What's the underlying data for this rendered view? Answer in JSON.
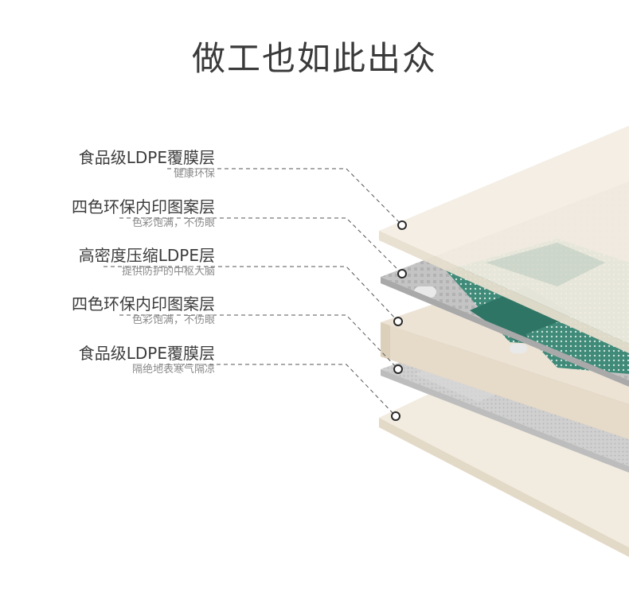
{
  "title": "做工也如此出众",
  "layers": [
    {
      "name": "食品级LDPE覆膜层",
      "desc": "健康环保"
    },
    {
      "name": "四色环保内印图案层",
      "desc": "色彩饱满，不伤眼"
    },
    {
      "name": "高密度压缩LDPE层",
      "desc": "提供防护的中枢大脑"
    },
    {
      "name": "四色环保内印图案层",
      "desc": "色彩饱满，不伤眼"
    },
    {
      "name": "食品级LDPE覆膜层",
      "desc": "隔绝地表寒气隔凉"
    }
  ],
  "colors": {
    "sheet": "#f1e9dc",
    "sheet_edge": "#e2d7c4",
    "foam_edge": "#e8dccb",
    "print_gray": "#b9b9b9",
    "print_green": "#3f8a78",
    "line": "#555555"
  }
}
